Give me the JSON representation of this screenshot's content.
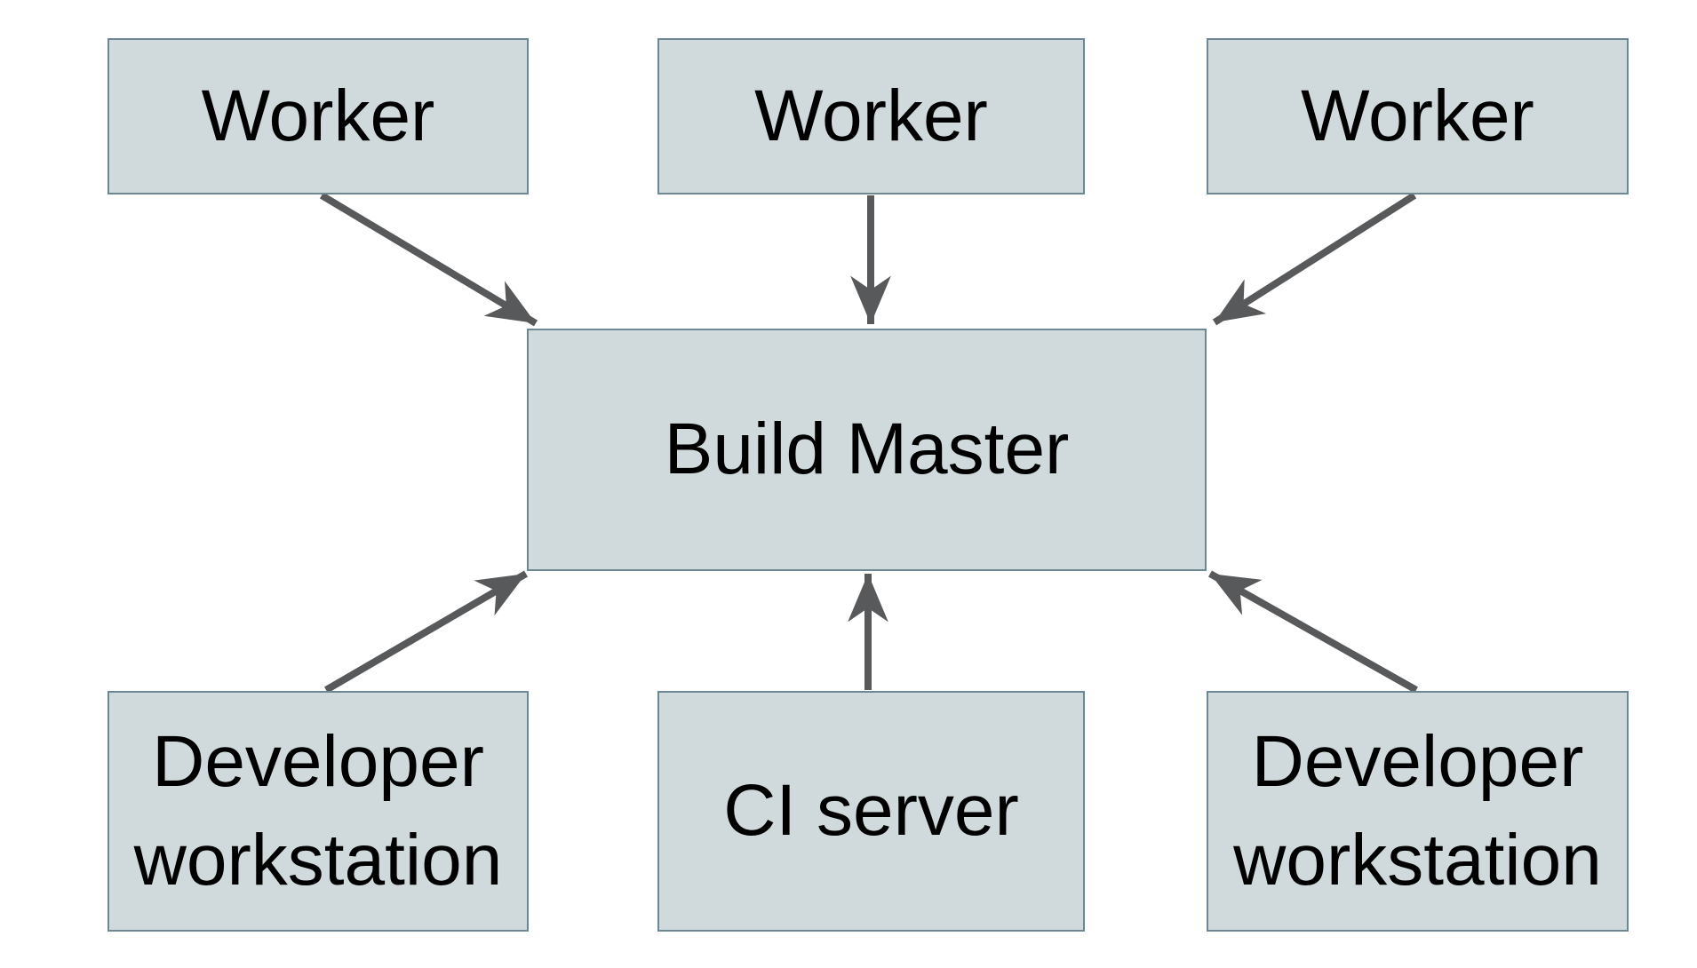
{
  "diagram": {
    "nodes": [
      {
        "id": "worker-1",
        "label": "Worker"
      },
      {
        "id": "worker-2",
        "label": "Worker"
      },
      {
        "id": "worker-3",
        "label": "Worker"
      },
      {
        "id": "build-master",
        "label": "Build Master"
      },
      {
        "id": "developer-workstation-left",
        "label": "Developer workstation"
      },
      {
        "id": "ci-server",
        "label": "CI server"
      },
      {
        "id": "developer-workstation-right",
        "label": "Developer workstation"
      }
    ],
    "edges": [
      {
        "from": "worker-1",
        "to": "build-master",
        "direction": "down-right"
      },
      {
        "from": "worker-2",
        "to": "build-master",
        "direction": "down"
      },
      {
        "from": "worker-3",
        "to": "build-master",
        "direction": "down-left"
      },
      {
        "from": "developer-workstation-left",
        "to": "build-master",
        "direction": "up-right"
      },
      {
        "from": "ci-server",
        "to": "build-master",
        "direction": "up"
      },
      {
        "from": "developer-workstation-right",
        "to": "build-master",
        "direction": "up-left"
      }
    ],
    "colors": {
      "background": "#ffffff",
      "node_fill": "#d0d9db",
      "node_border": "#6e8893",
      "arrow": "#58595a",
      "text": "#000000"
    }
  }
}
